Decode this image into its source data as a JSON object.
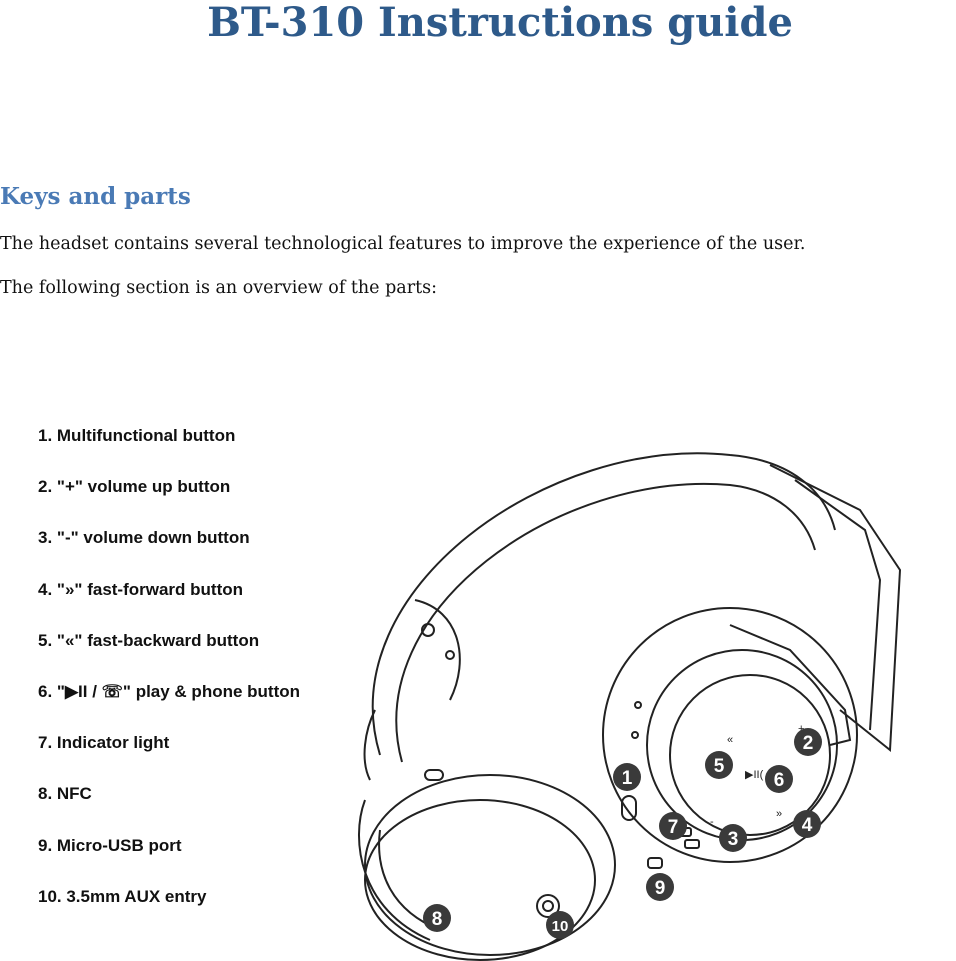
{
  "document": {
    "title": "BT-310 Instructions guide",
    "section_heading": "Keys and parts",
    "paragraph_lines": [
      "The headset contains several technological features to improve the experience of the user.",
      "The following section is an overview of the parts:"
    ]
  },
  "figure": {
    "parts": [
      "1. Multifunctional button",
      "2. \"+\" volume up button",
      "3. \"-\" volume down button",
      "4. \"»\" fast-forward button",
      "5. \"«\" fast-backward button",
      "6. \"▶II / ☏\" play & phone button",
      "7. Indicator light",
      "8. NFC",
      "9. Micro-USB port",
      "10. 3.5mm AUX entry"
    ],
    "callouts": [
      "1",
      "2",
      "3",
      "4",
      "5",
      "6",
      "7",
      "8",
      "9",
      "10"
    ],
    "control_glyphs": {
      "plus": "+",
      "minus": "-",
      "play": "▶II(",
      "ff": "»",
      "rw": "«"
    },
    "illustration": "headphones-icon"
  }
}
